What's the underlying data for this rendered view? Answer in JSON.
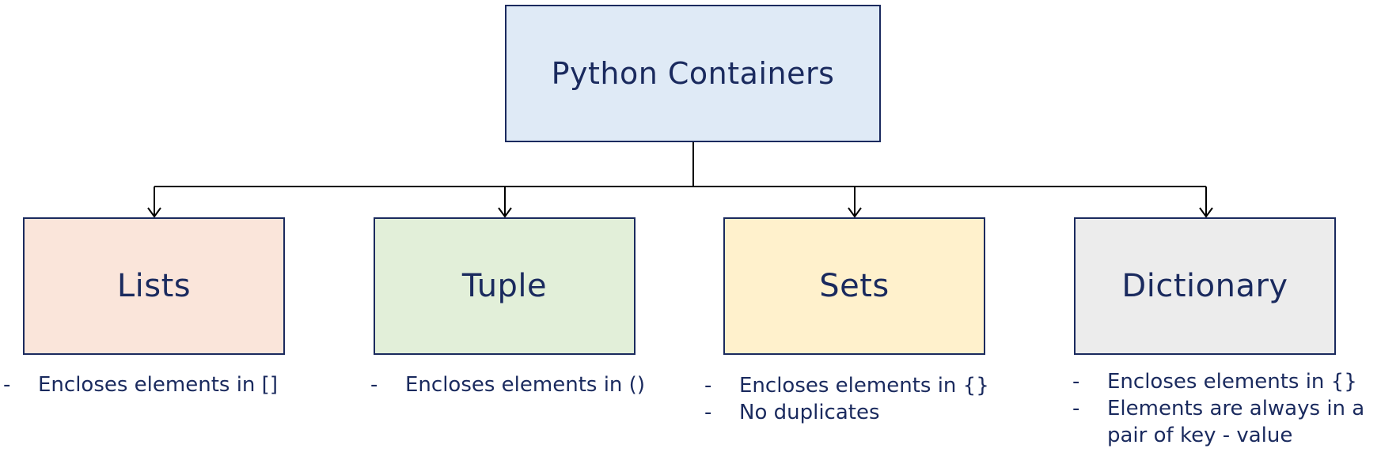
{
  "diagram": {
    "root": {
      "label": "Python Containers",
      "fill": "#dfeaf6"
    },
    "children": [
      {
        "id": "lists",
        "label": "Lists",
        "fill": "#fae5da",
        "notes": [
          "Encloses elements in []"
        ]
      },
      {
        "id": "tuple",
        "label": "Tuple",
        "fill": "#e2efd9",
        "notes": [
          "Encloses elements in ()"
        ]
      },
      {
        "id": "sets",
        "label": "Sets",
        "fill": "#fff1cc",
        "notes": [
          "Encloses elements in {}",
          "No duplicates"
        ]
      },
      {
        "id": "dict",
        "label": "Dictionary",
        "fill": "#ececec",
        "notes": [
          "Encloses elements in {}",
          "Elements are always in a pair of key - value"
        ]
      }
    ],
    "bullet": "-",
    "colors": {
      "border": "#1a2a5e",
      "text": "#1a2a5e",
      "connector": "#000000"
    }
  }
}
